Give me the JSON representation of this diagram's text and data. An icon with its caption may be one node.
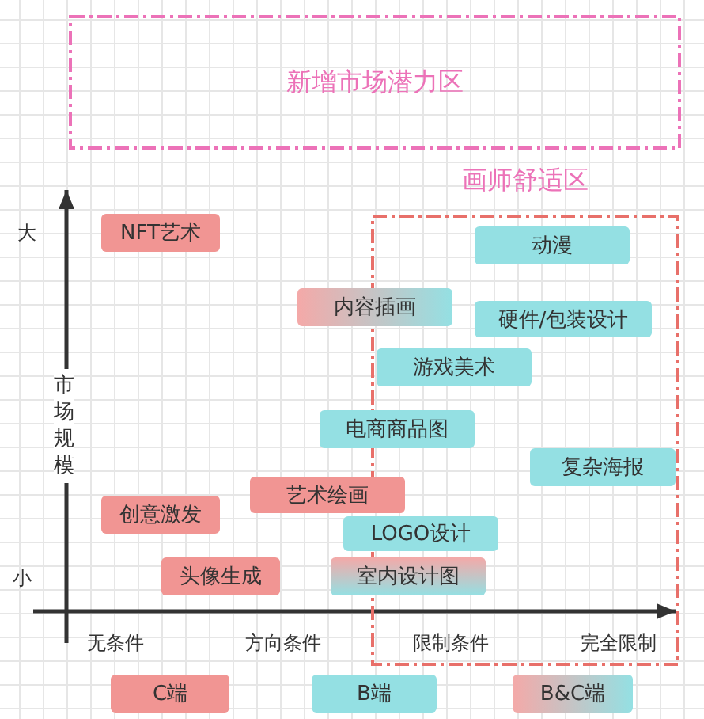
{
  "diagram": {
    "nodes": [
      {
        "text": [
          "新增市场潜力区"
        ]
      },
      {
        "text": [
          "画师舒适区"
        ]
      },
      {
        "text": [
          "NFT艺术"
        ]
      },
      {
        "text": [
          "动漫"
        ],
        "in": 1
      },
      {
        "text": [
          "内容插画"
        ]
      },
      {
        "text": [
          "硬件/包装设计"
        ],
        "in": 1
      },
      {
        "text": [
          "游戏美术"
        ],
        "in": 1
      },
      {
        "text": [
          "电商商品图"
        ]
      },
      {
        "text": [
          "复杂海报"
        ],
        "in": 1
      },
      {
        "text": [
          "艺术绘画"
        ]
      },
      {
        "text": [
          "创意激发"
        ]
      },
      {
        "text": [
          "LOGO设计"
        ]
      },
      {
        "text": [
          "头像生成"
        ]
      },
      {
        "text": [
          "室内设计图"
        ]
      },
      {
        "text": [
          "C端"
        ]
      },
      {
        "text": [
          "B端"
        ]
      },
      {
        "text": [
          "B&C端"
        ]
      }
    ],
    "labels": [
      "大",
      "市场规模",
      "小",
      "无条件",
      "方向条件",
      "限制条件",
      "完全限制"
    ]
  }
}
